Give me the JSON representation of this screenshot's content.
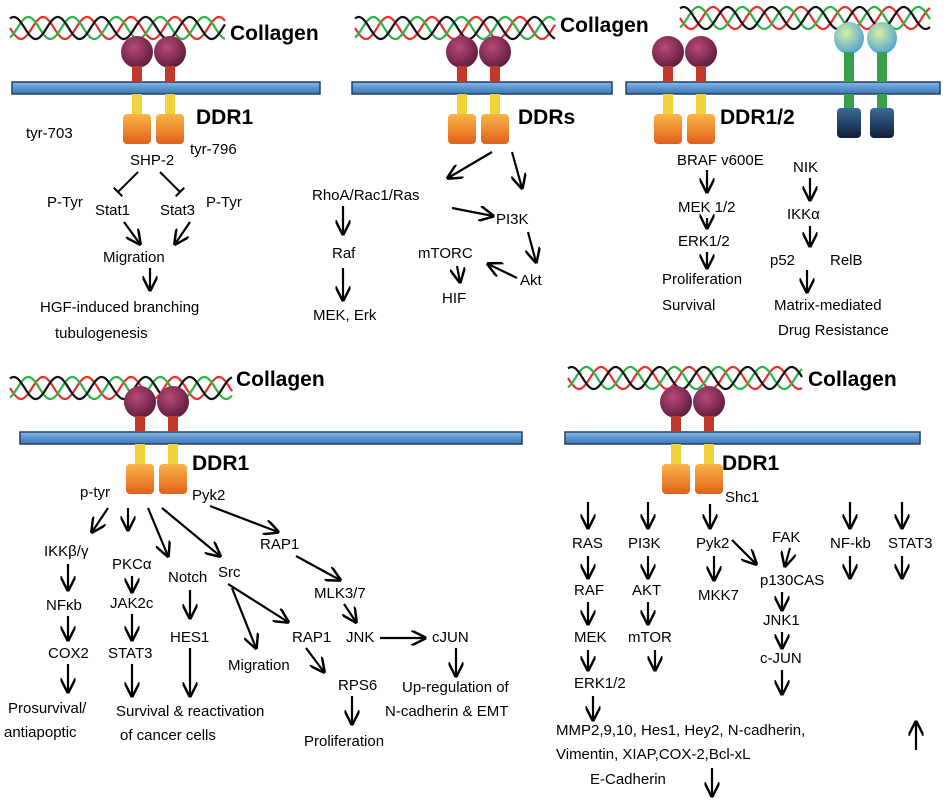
{
  "colors": {
    "helix_red": "#e8312a",
    "helix_green": "#2bb34a",
    "helix_black": "#111111",
    "membrane": "#5b95cf",
    "membrane_edge": "#1f3f66",
    "head": "#8a2b55",
    "stalk": "#c0392b",
    "tm": "#f2d23a",
    "kinase_top": "#f7a43a",
    "kinase_bottom": "#e5671c",
    "other_head": "#7ec8e8",
    "other_stalk": "#3aa04a",
    "other_kinase": "#1d3558"
  },
  "panels": [
    {
      "id": "p1",
      "collagen": "Collagen",
      "receptor": "DDR1",
      "labels": [
        "tyr-703",
        "tyr-796",
        "SHP-2",
        "P-Tyr",
        "Stat1",
        "Stat3",
        "P-Tyr",
        "Migration",
        "HGF-induced branching",
        "tubulogenesis"
      ]
    },
    {
      "id": "p2",
      "collagen": "Collagen",
      "receptor": "DDRs",
      "labels": [
        "RhoA/Rac1/Ras",
        "PI3K",
        "Raf",
        "mTORC",
        "Akt",
        "HIF",
        "MEK, Erk"
      ]
    },
    {
      "id": "p3",
      "collagen": "",
      "receptor": "DDR1/2",
      "labels": [
        "BRAF v600E",
        "NIK",
        "MEK 1/2",
        "IKKα",
        "ERK1/2",
        "p52",
        "RelB",
        "Proliferation",
        "Survival",
        "Matrix-mediated",
        "Drug Resistance"
      ]
    },
    {
      "id": "p4",
      "collagen": "Collagen",
      "receptor": "DDR1",
      "labels": [
        "p-tyr",
        "Pyk2",
        "IKKβ/γ",
        "PKCα",
        "Notch",
        "Src",
        "RAP1",
        "MLK3/7",
        "NFκb",
        "JAK2c",
        "HES1",
        "RAP1",
        "JNK",
        "cJUN",
        "COX2",
        "STAT3",
        "Migration",
        "RPS6",
        "Up-regulation of",
        "N-cadherin & EMT",
        "Prosurvival/",
        "antiapoptic",
        "Survival & reactivation",
        "of cancer cells",
        "Proliferation"
      ]
    },
    {
      "id": "p5",
      "collagen": "Collagen",
      "receptor": "DDR1",
      "labels": [
        "Shc1",
        "RAS",
        "PI3K",
        "Pyk2",
        "FAK",
        "NF-kb",
        "STAT3",
        "RAF",
        "AKT",
        "MKK7",
        "p130CAS",
        "MEK",
        "mTOR",
        "JNK1",
        "ERK1/2",
        "c-JUN",
        "MMP2,9,10, Hes1, Hey2, N-cadherin,",
        "Vimentin, XIAP,COX-2,Bcl-xL",
        "E-Cadherin"
      ]
    }
  ]
}
